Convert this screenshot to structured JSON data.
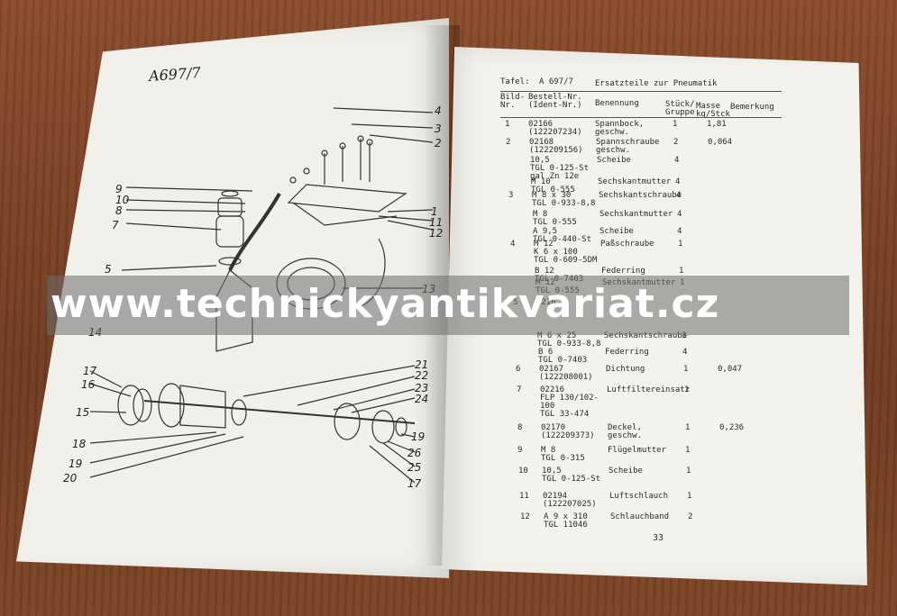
{
  "left_page": {
    "plate_id": "A697/7",
    "callouts": [
      {
        "id": "c4",
        "label": "4"
      },
      {
        "id": "c3",
        "label": "3"
      },
      {
        "id": "c2",
        "label": "2"
      },
      {
        "id": "c9",
        "label": "9"
      },
      {
        "id": "c10",
        "label": "10"
      },
      {
        "id": "c8",
        "label": "8"
      },
      {
        "id": "c7",
        "label": "7"
      },
      {
        "id": "c1",
        "label": "1"
      },
      {
        "id": "c11",
        "label": "11"
      },
      {
        "id": "c12",
        "label": "12"
      },
      {
        "id": "c5",
        "label": "5"
      },
      {
        "id": "c13",
        "label": "13"
      },
      {
        "id": "c14",
        "label": "14"
      },
      {
        "id": "c21",
        "label": "21"
      },
      {
        "id": "c22",
        "label": "22"
      },
      {
        "id": "c23",
        "label": "23"
      },
      {
        "id": "c24",
        "label": "24"
      },
      {
        "id": "c17a",
        "label": "17"
      },
      {
        "id": "c16",
        "label": "16"
      },
      {
        "id": "c15",
        "label": "15"
      },
      {
        "id": "c19a",
        "label": "19"
      },
      {
        "id": "c26",
        "label": "26"
      },
      {
        "id": "c25",
        "label": "25"
      },
      {
        "id": "c18",
        "label": "18"
      },
      {
        "id": "c19b",
        "label": "19"
      },
      {
        "id": "c20",
        "label": "20"
      },
      {
        "id": "c17b",
        "label": "17"
      }
    ]
  },
  "right_page": {
    "tafel_label": "Tafel:",
    "tafel_id": "A 697/7",
    "tafel_title": "Ersatzteile zur Pneumatik",
    "headers": {
      "bild": "Bild-\nNr.",
      "bestell": "Bestell-Nr.\n(Ident-Nr.)",
      "benennung": "Benennung",
      "stueck": "Stück/\nGruppe",
      "masse": "Masse\nkg/Stck",
      "bemerkung": "Bemerkung"
    },
    "rows": [
      {
        "bild": "1",
        "bestell": "02166\n(122207234)",
        "benennung": "Spannbock,\ngeschw.",
        "stueck": "1",
        "masse": "1,81"
      },
      {
        "bild": "2",
        "bestell": "02168\n(122209156)",
        "benennung": "Spannschraube\ngeschw.",
        "stueck": "2",
        "masse": "0,064"
      },
      {
        "bild": "",
        "bestell": "10,5\nTGL 0-125-St\ngal Zn 12e",
        "benennung": "Scheibe",
        "stueck": "4",
        "masse": ""
      },
      {
        "bild": "",
        "bestell": "M 10\nTGL 0-555",
        "benennung": "Sechskantmutter",
        "stueck": "4",
        "masse": ""
      },
      {
        "bild": "3",
        "bestell": "M 8 x 30\nTGL 0-933-8,8",
        "benennung": "Sechskantschraube",
        "stueck": "4",
        "masse": ""
      },
      {
        "bild": "",
        "bestell": "M 8\nTGL 0-555",
        "benennung": "Sechskantmutter",
        "stueck": "4",
        "masse": ""
      },
      {
        "bild": "",
        "bestell": "A 9,5\nTGL 0-440-St",
        "benennung": "Scheibe",
        "stueck": "4",
        "masse": ""
      },
      {
        "bild": "4",
        "bestell": "M 12\nK 6 x 100\nTGL 0-609-5DM",
        "benennung": "Paßschraube",
        "stueck": "1",
        "masse": ""
      },
      {
        "bild": "",
        "bestell": "B 12\nTGL 0-7403",
        "benennung": "Federring",
        "stueck": "1",
        "masse": ""
      },
      {
        "bild": "",
        "bestell": "M 12\nTGL 0-555",
        "benennung": "Sechskantmutter",
        "stueck": "1",
        "masse": ""
      },
      {
        "bild": "5",
        "bestell": "0216",
        "benennung": "",
        "stueck": "",
        "masse": ""
      },
      {
        "bild": "",
        "bestell": "M 6 x 25\nTGL 0-933-8,8",
        "benennung": "Sechskantschraube",
        "stueck": "3",
        "masse": ""
      },
      {
        "bild": "",
        "bestell": "B 6\nTGL 0-7403",
        "benennung": "Federring",
        "stueck": "4",
        "masse": ""
      },
      {
        "bild": "6",
        "bestell": "02167\n(122208001)",
        "benennung": "Dichtung",
        "stueck": "1",
        "masse": "0,047"
      },
      {
        "bild": "7",
        "bestell": "02216\nFLP 130/102-\n100\nTGL 33-474",
        "benennung": "Luftfiltereinsatz",
        "stueck": "1",
        "masse": ""
      },
      {
        "bild": "8",
        "bestell": "02170\n(122209373)",
        "benennung": "Deckel,\ngeschw.",
        "stueck": "1",
        "masse": "0,236"
      },
      {
        "bild": "9",
        "bestell": "M 8\nTGL 0-315",
        "benennung": "Flügelmutter",
        "stueck": "1",
        "masse": ""
      },
      {
        "bild": "10",
        "bestell": "10,5\nTGL 0-125-St",
        "benennung": "Scheibe",
        "stueck": "1",
        "masse": ""
      },
      {
        "bild": "11",
        "bestell": "02194\n(122207025)",
        "benennung": "Luftschlauch",
        "stueck": "1",
        "masse": ""
      },
      {
        "bild": "12",
        "bestell": "A 9 x 310\nTGL 11046",
        "benennung": "Schlauchband",
        "stueck": "2",
        "masse": ""
      }
    ],
    "page_number": "33"
  },
  "watermark": "www.technickyantikvariat.cz"
}
